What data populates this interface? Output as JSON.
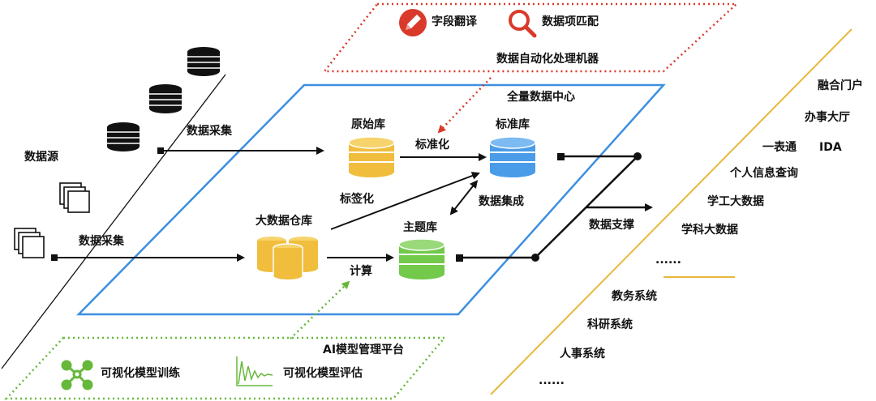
{
  "top_platform": {
    "tool1": "字段翻译",
    "tool2": "数据项匹配",
    "title": "数据自动化处理机器"
  },
  "center": {
    "title": "全量数据中心",
    "raw_db": "原始库",
    "std_db": "标准库",
    "bigdata_db": "大数据仓库",
    "topic_db": "主题库",
    "standardize": "标准化",
    "tagging": "标签化",
    "integrate": "数据集成",
    "compute": "计算"
  },
  "left": {
    "source": "数据源",
    "collect_top": "数据采集",
    "collect_bottom": "数据采集"
  },
  "right": {
    "support": "数据支撑",
    "apps": [
      "融合门户",
      "办事大厅",
      "一表通",
      "IDA",
      "个人信息查询",
      "学工大数据",
      "学科大数据",
      "......"
    ],
    "systems": [
      "教务系统",
      "科研系统",
      "人事系统",
      "......"
    ]
  },
  "bottom_platform": {
    "title": "AI模型管理平台",
    "tool1": "可视化模型训练",
    "tool2": "可视化模型评估"
  },
  "colors": {
    "blue": "#3d8fe0",
    "red": "#d93a2b",
    "green": "#66b83a",
    "gold": "#e7b83b",
    "db_yellow": "#f0bd3c",
    "db_blue": "#4a9ce8",
    "db_green": "#72c94a"
  }
}
